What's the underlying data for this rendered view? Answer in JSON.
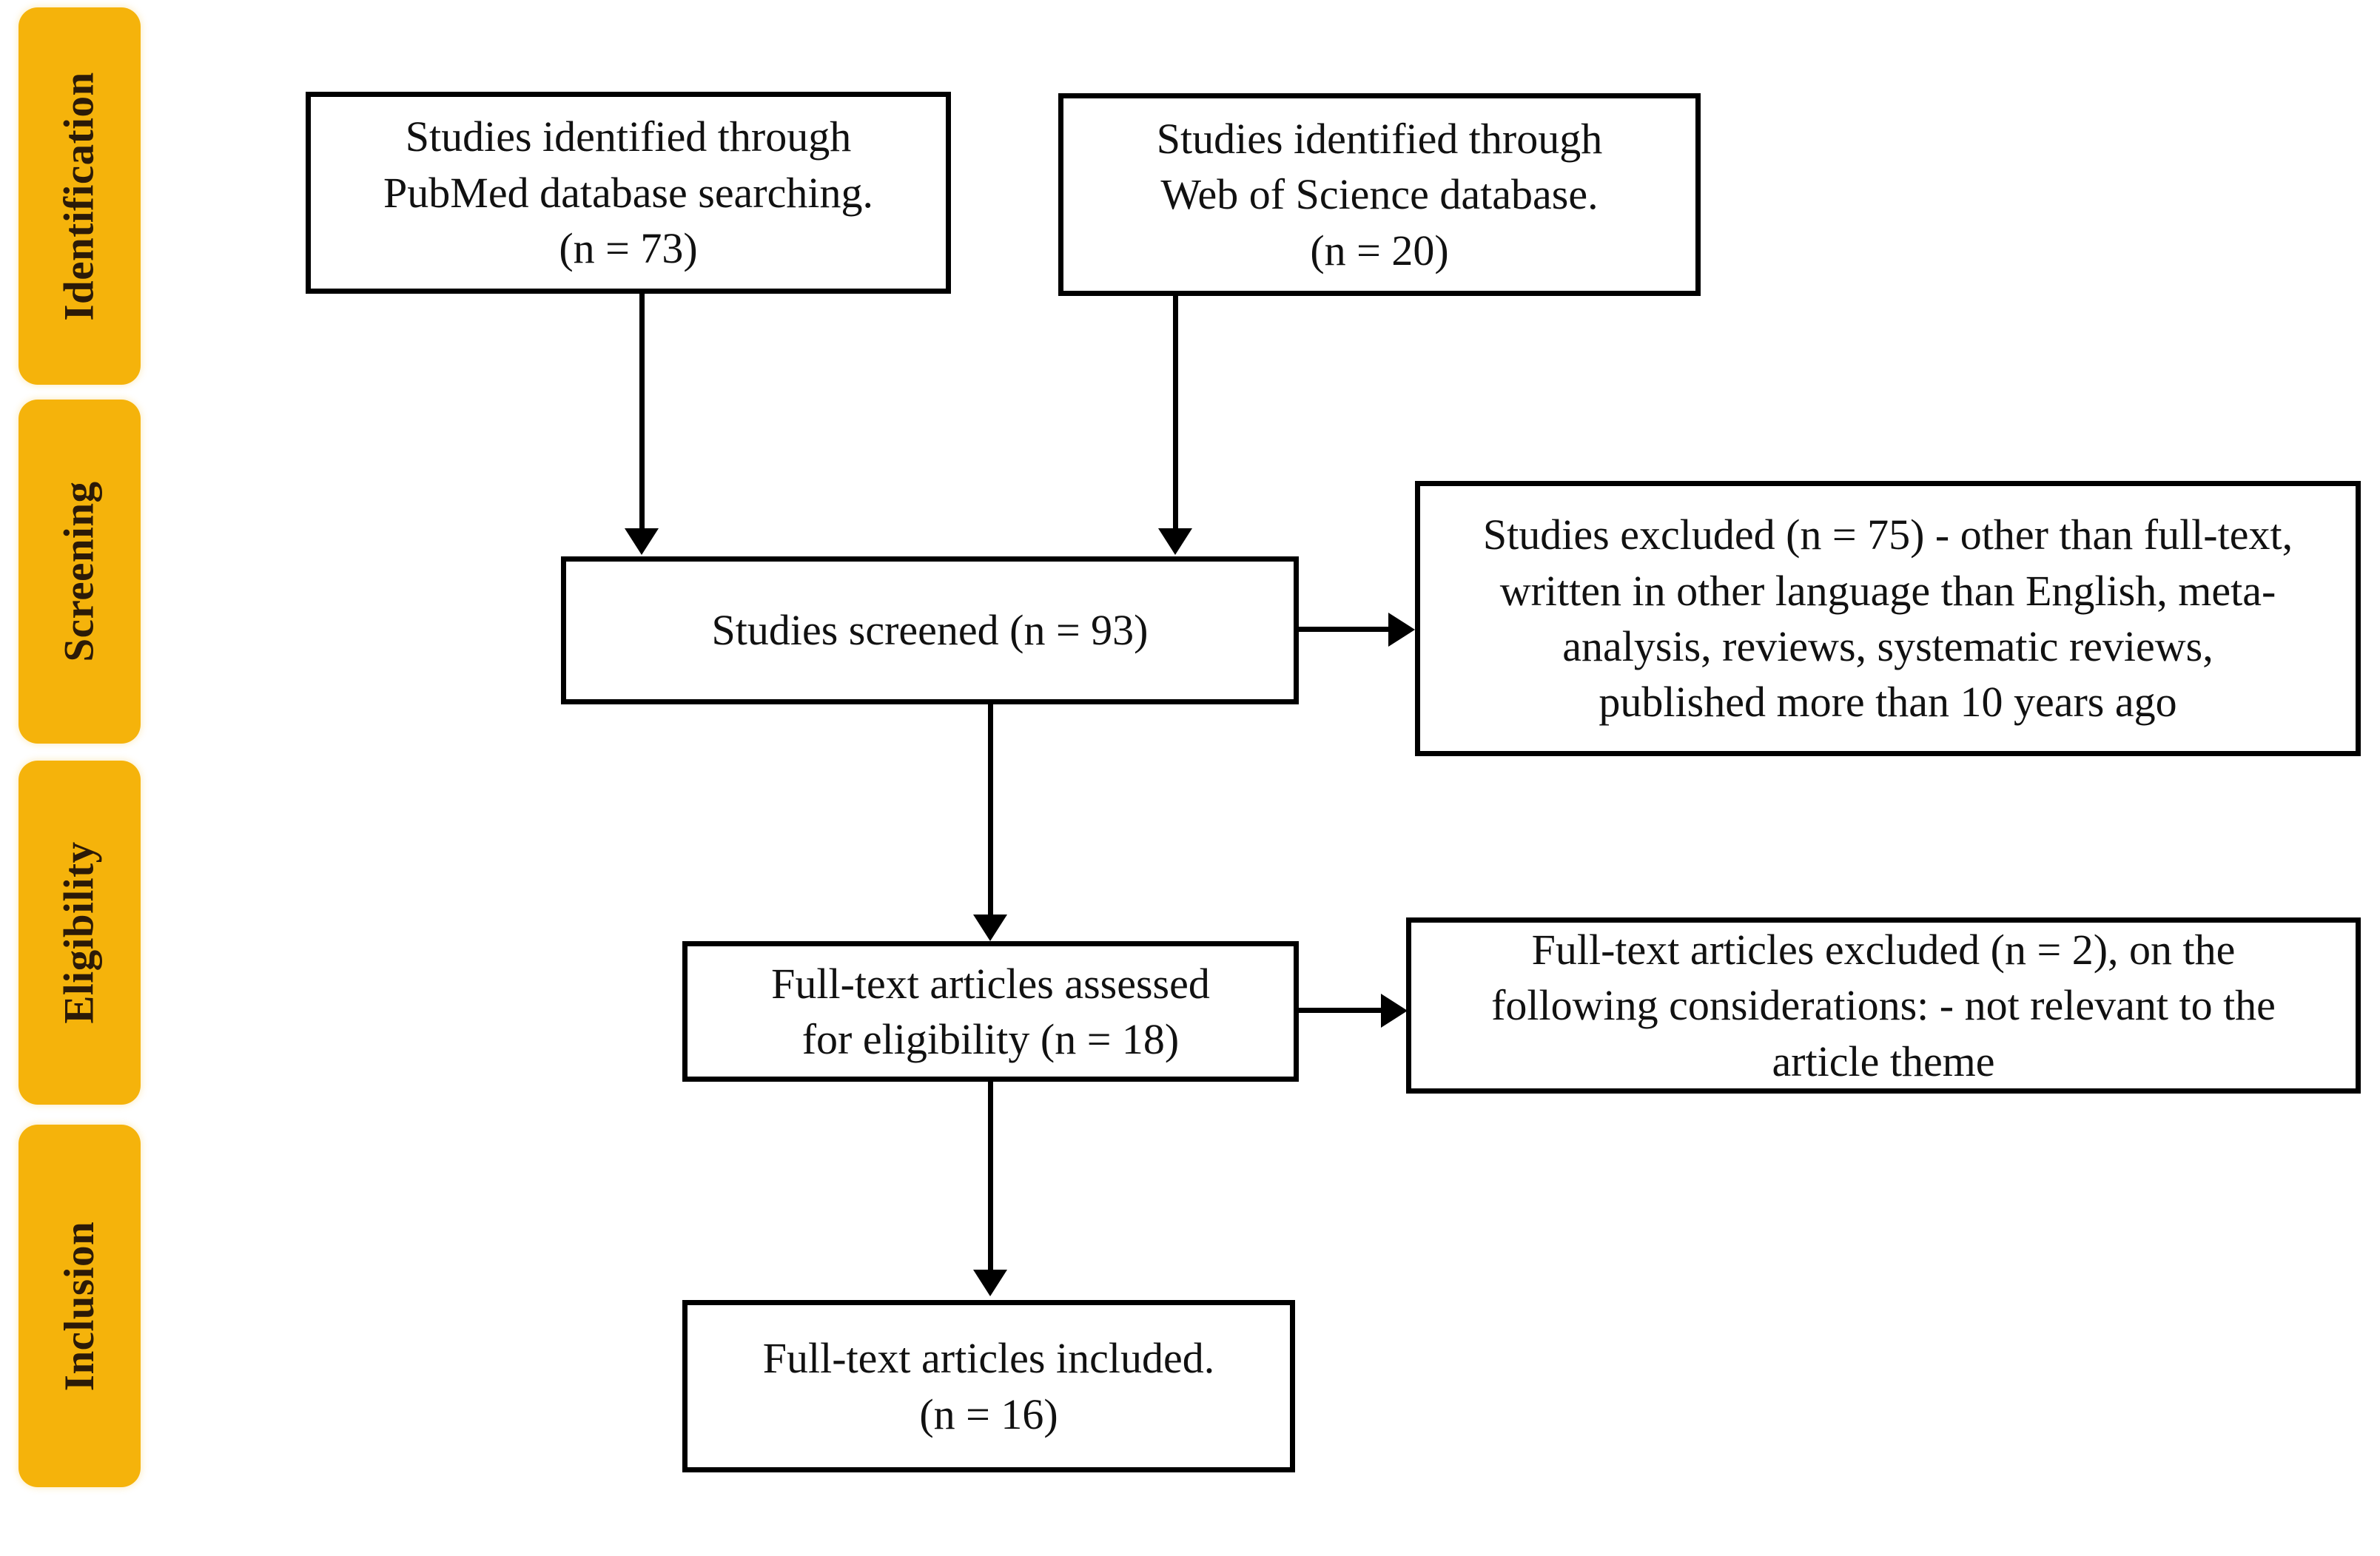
{
  "diagram": {
    "title": "PRISMA study selection flow diagram",
    "accent_color": "#F5B30B",
    "line_color": "#000000",
    "box_fill": "#FFFFFF",
    "stages": [
      {
        "label": "Identification"
      },
      {
        "label": "Screening"
      },
      {
        "label": "Eligibility"
      },
      {
        "label": "Inclusion"
      }
    ],
    "boxes": {
      "pubmed": {
        "text": "Studies identified through\nPubMed database searching.\n(n = 73)",
        "n": 73,
        "source": "PubMed"
      },
      "wos": {
        "text": "Studies identified through\nWeb of Science database.\n(n = 20)",
        "n": 20,
        "source": "Web of Science"
      },
      "screened": {
        "text": "Studies screened (n = 93)",
        "n": 93
      },
      "excluded_screening": {
        "text": "Studies excluded (n = 75) - other than full-text,\nwritten in other language than English, meta-\nanalysis, reviews, systematic reviews,\npublished more than 10 years ago",
        "n": 75
      },
      "eligibility": {
        "text": "Full-text articles assessed\nfor eligibility (n = 18)",
        "n": 18
      },
      "excluded_eligibility": {
        "text": "Full-text articles excluded (n = 2), on the\nfollowing considerations: - not relevant to the\narticle theme",
        "n": 2
      },
      "included": {
        "text": "Full-text articles included.\n(n = 16)",
        "n": 16
      }
    },
    "connectors": [
      {
        "name": "pubmed-to-screened",
        "direction": "down"
      },
      {
        "name": "wos-to-screened",
        "direction": "down"
      },
      {
        "name": "screened-to-excluded",
        "direction": "right"
      },
      {
        "name": "screened-to-eligibility",
        "direction": "down"
      },
      {
        "name": "eligibility-to-excluded",
        "direction": "right"
      },
      {
        "name": "eligibility-to-included",
        "direction": "down"
      }
    ]
  },
  "chart_data": {
    "type": "diagram",
    "title": "PRISMA flow of study selection",
    "nodes": [
      {
        "id": "pubmed",
        "stage": "Identification",
        "label": "Studies identified through PubMed database searching.",
        "n": 73
      },
      {
        "id": "wos",
        "stage": "Identification",
        "label": "Studies identified through Web of Science database.",
        "n": 20
      },
      {
        "id": "screened",
        "stage": "Screening",
        "label": "Studies screened",
        "n": 93
      },
      {
        "id": "excluded_screening",
        "stage": "Screening",
        "label": "Studies excluded - other than full-text, written in other language than English, meta-analysis, reviews, systematic reviews, published more than 10 years ago",
        "n": 75
      },
      {
        "id": "eligibility",
        "stage": "Eligibility",
        "label": "Full-text articles assessed for eligibility",
        "n": 18
      },
      {
        "id": "excluded_eligibility",
        "stage": "Eligibility",
        "label": "Full-text articles excluded, on the following considerations: - not relevant to the article theme",
        "n": 2
      },
      {
        "id": "included",
        "stage": "Inclusion",
        "label": "Full-text articles included.",
        "n": 16
      }
    ],
    "edges": [
      {
        "from": "pubmed",
        "to": "screened"
      },
      {
        "from": "wos",
        "to": "screened"
      },
      {
        "from": "screened",
        "to": "excluded_screening"
      },
      {
        "from": "screened",
        "to": "eligibility"
      },
      {
        "from": "eligibility",
        "to": "excluded_eligibility"
      },
      {
        "from": "eligibility",
        "to": "included"
      }
    ]
  }
}
